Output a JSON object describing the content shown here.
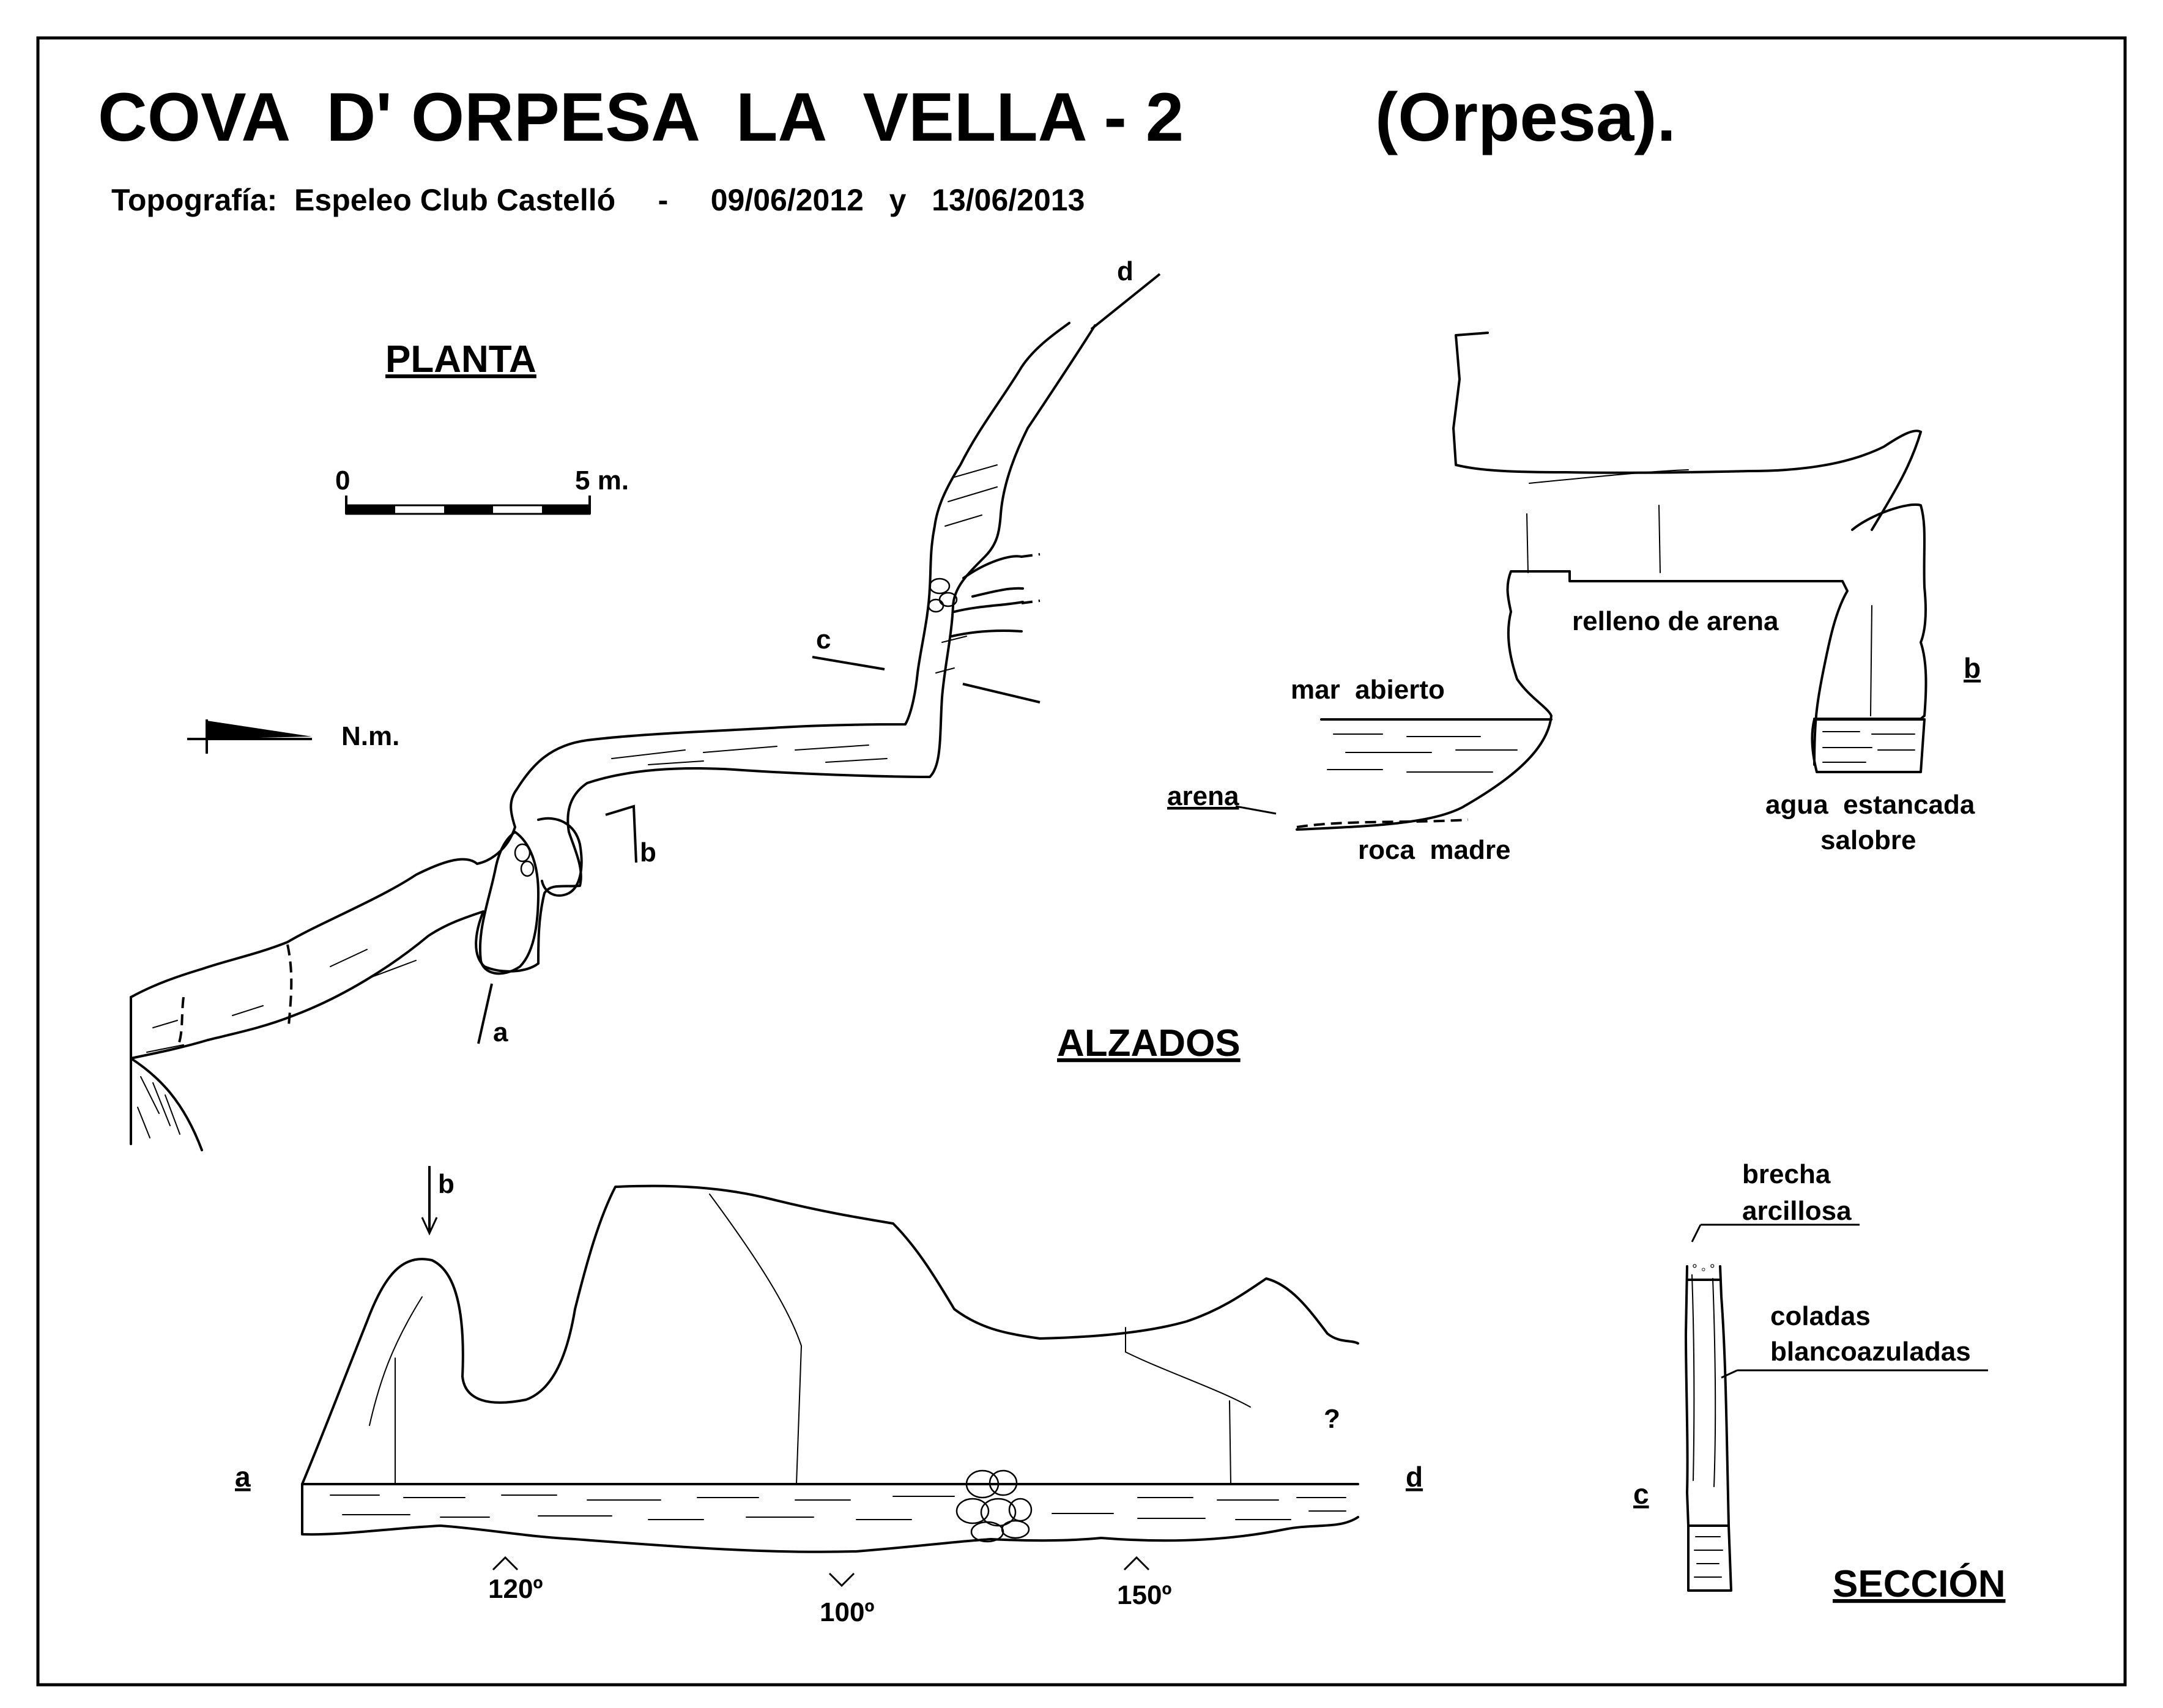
{
  "header": {
    "title": "COVA  D' ORPESA  LA  VELLA - 2",
    "title_place": "(Orpesa).",
    "survey_line": "Topografía:  Espeleo Club Castelló     -     09/06/2012   y   13/06/2013"
  },
  "plan": {
    "heading": "PLANTA",
    "scale_start": "0",
    "scale_end": "5 m.",
    "north_label": "N.m.",
    "markers": {
      "a": "a",
      "b": "b",
      "c": "c",
      "d": "d"
    }
  },
  "section_b": {
    "marker": "b",
    "labels": {
      "relleno": "relleno de arena",
      "mar": "mar  abierto",
      "arena": "arena",
      "roca": "roca  madre",
      "agua": "agua  estancada",
      "salobre": "salobre"
    }
  },
  "elevations": {
    "heading": "ALZADOS",
    "marker_b": "b",
    "end_a": "a",
    "end_d": "d",
    "unknown": "?",
    "angles": [
      "120º",
      "100º",
      "150º"
    ]
  },
  "section_c": {
    "heading": "SECCIÓN",
    "marker": "c",
    "labels": {
      "brecha_1": "brecha",
      "brecha_2": "arcillosa",
      "coladas_1": "coladas",
      "coladas_2": "blancoazuladas"
    }
  },
  "colors": {
    "ink": "#000000",
    "paper": "#ffffff"
  }
}
